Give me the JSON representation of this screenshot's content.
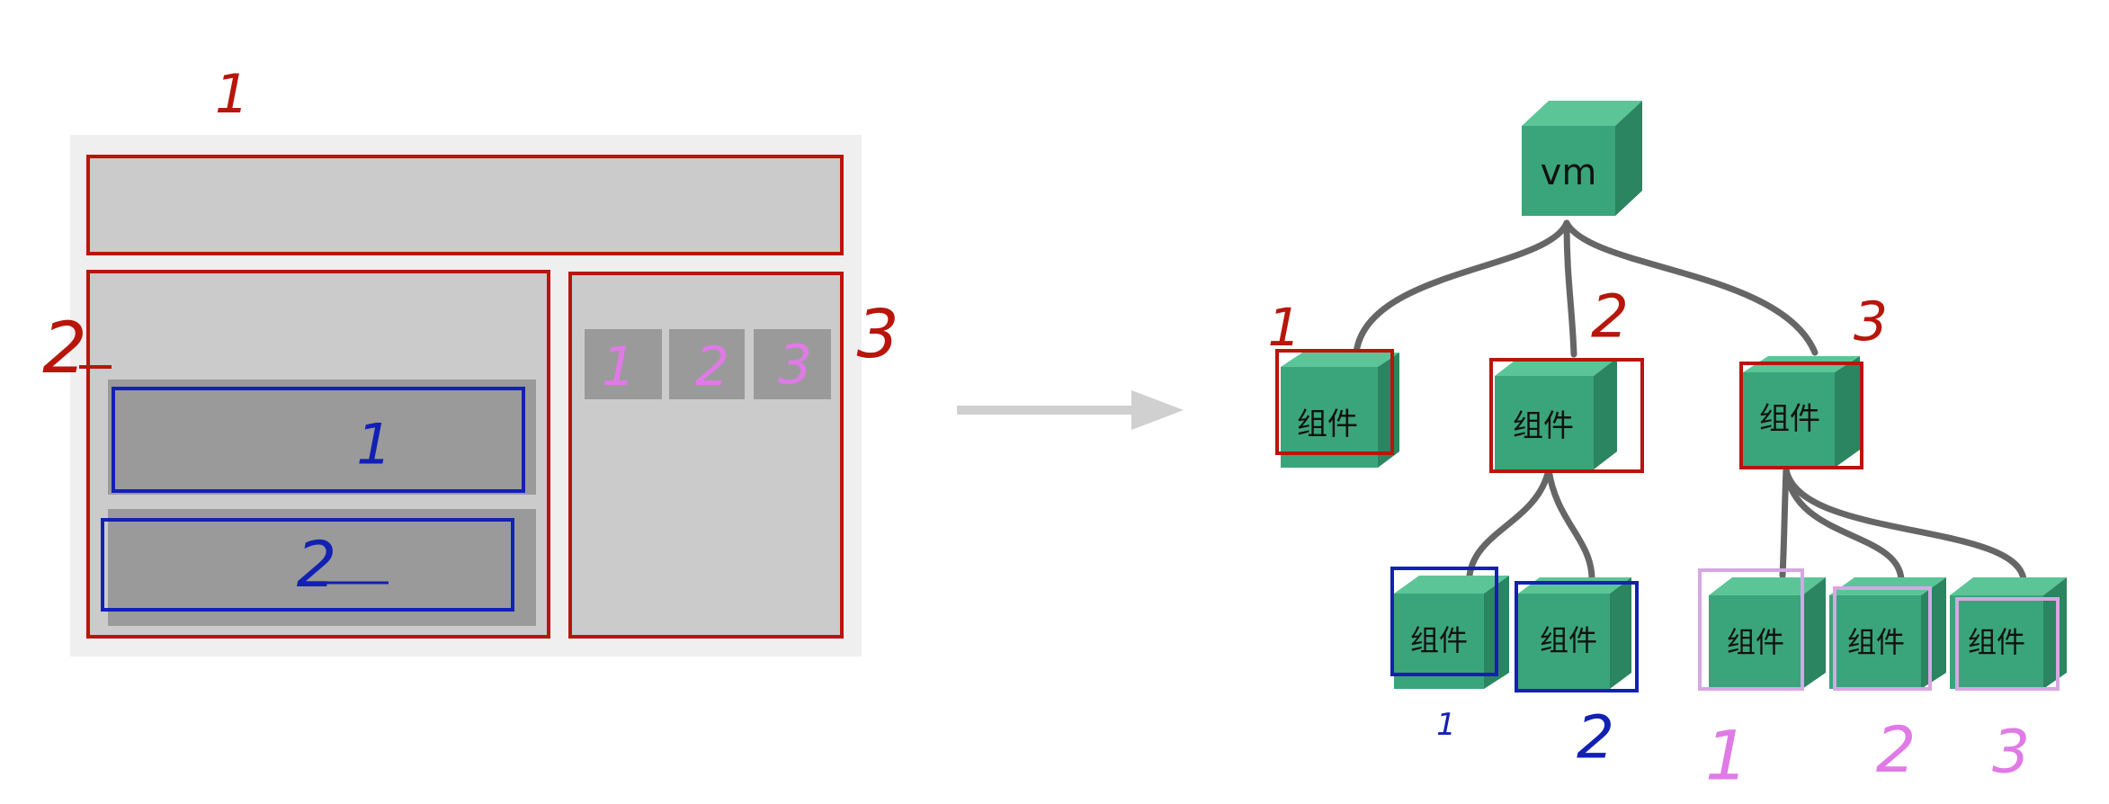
{
  "layout_sketch": {
    "page_number": "1",
    "main_number": "2",
    "main_items": [
      "1",
      "2"
    ],
    "side_number": "3",
    "side_items": [
      "1",
      "2",
      "3"
    ]
  },
  "tree": {
    "root": "vm",
    "level1": [
      {
        "label": "组件",
        "number": "1"
      },
      {
        "label": "组件",
        "number": "2"
      },
      {
        "label": "组件",
        "number": "3"
      }
    ],
    "level2_left": [
      {
        "label": "组件",
        "number": "1"
      },
      {
        "label": "组件",
        "number": "2"
      }
    ],
    "level2_right": [
      {
        "label": "组件",
        "number": "1"
      },
      {
        "label": "组件",
        "number": "2"
      },
      {
        "label": "组件",
        "number": "3"
      }
    ]
  },
  "colors": {
    "red": "#b8150b",
    "blue": "#1320b4",
    "pink": "#e07ae6",
    "pink_box": "#d8a6e2",
    "cube_front": "#3aa57a",
    "cube_top": "#5cc597",
    "cube_side": "#2a8560",
    "layout_bg": "#efefef",
    "region_fill": "#cbcbcb",
    "item_fill": "#9a9a9a",
    "arrow": "#d0d0d0",
    "line": "#666666"
  }
}
